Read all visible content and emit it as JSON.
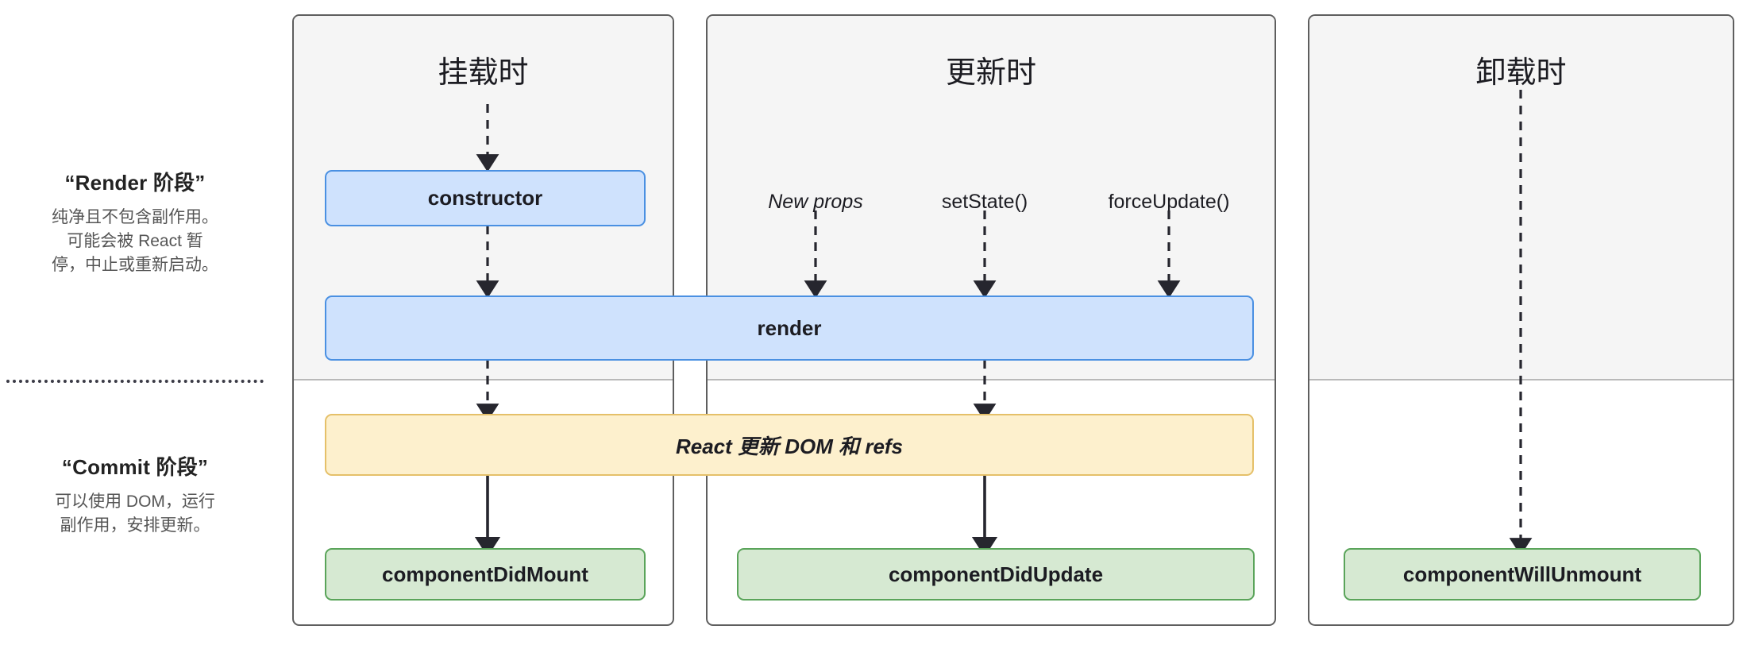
{
  "legend": {
    "render_phase": {
      "title": "“Render 阶段”",
      "description": "纯净且不包含副作用。\n可能会被 React 暂\n停，中止或重新启动。"
    },
    "commit_phase": {
      "title": "“Commit 阶段”",
      "description": "可以使用 DOM，运行\n副作用，安排更新。"
    }
  },
  "panels": [
    {
      "id": "mounting",
      "title": "挂载时"
    },
    {
      "id": "updating",
      "title": "更新时"
    },
    {
      "id": "unmounting",
      "title": "卸载时"
    }
  ],
  "triggers": [
    {
      "label": "New props",
      "style": "italic"
    },
    {
      "label": "setState()",
      "style": "normal"
    },
    {
      "label": "forceUpdate()",
      "style": "normal"
    }
  ],
  "nodes": {
    "constructor": "constructor",
    "render": "render",
    "commit_dom": "React 更新 DOM 和 refs",
    "did_mount": "componentDidMount",
    "did_update": "componentDidUpdate",
    "will_unmount": "componentWillUnmount"
  },
  "colors": {
    "blue_fill": "#cfe2fd",
    "blue_stroke": "#4a90e2",
    "yellow_fill": "#fdf0cd",
    "yellow_stroke": "#e5c069",
    "green_fill": "#d6e9d2",
    "green_stroke": "#5aa45a",
    "panel_stroke": "#5e5e5e",
    "render_zone_fill": "#f5f5f5",
    "arrow": "#26262e"
  }
}
